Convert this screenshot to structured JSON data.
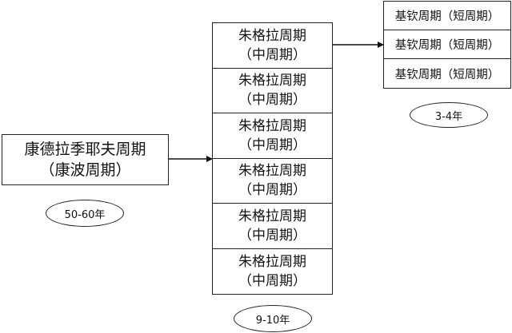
{
  "kondratiev": {
    "line1": "康德拉季耶夫周期",
    "line2": "（康波周期）",
    "period": "50-60年"
  },
  "juglar": {
    "items": [
      {
        "line1": "朱格拉周期",
        "line2": "（中周期）"
      },
      {
        "line1": "朱格拉周期",
        "line2": "（中周期）"
      },
      {
        "line1": "朱格拉周期",
        "line2": "（中周期）"
      },
      {
        "line1": "朱格拉周期",
        "line2": "（中周期）"
      },
      {
        "line1": "朱格拉周期",
        "line2": "（中周期）"
      },
      {
        "line1": "朱格拉周期",
        "line2": "（中周期）"
      }
    ],
    "period": "9-10年"
  },
  "kitchin": {
    "items": [
      {
        "label": "基钦周期（短周期）"
      },
      {
        "label": "基钦周期（短周期）"
      },
      {
        "label": "基钦周期（短周期）"
      }
    ],
    "period": "3-4年"
  }
}
